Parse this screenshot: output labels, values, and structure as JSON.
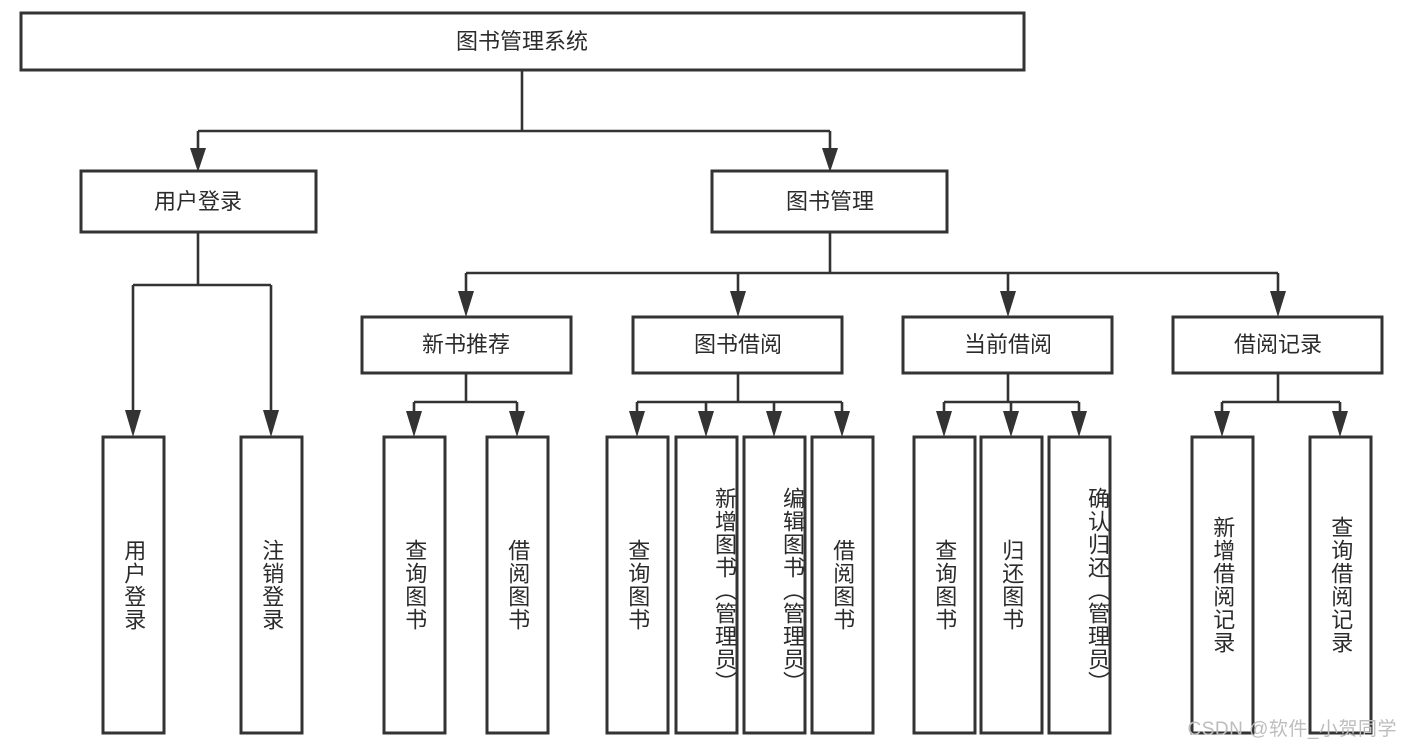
{
  "diagram": {
    "type": "tree-hierarchy",
    "title": "图书管理系统",
    "watermark": "CSDN @软件_小贺同学",
    "colors": {
      "box_stroke": "#333333",
      "box_fill": "#ffffff",
      "link_stroke": "#333333",
      "text": "#2b2b2b",
      "background": "#ffffff",
      "watermark": "#bdbdbd"
    },
    "levels": {
      "root": {
        "label": "图书管理系统"
      },
      "level1": [
        {
          "id": "user-login",
          "label": "用户登录"
        },
        {
          "id": "book-management",
          "label": "图书管理"
        }
      ],
      "level2": [
        {
          "id": "new-book-recommend",
          "label": "新书推荐",
          "parent": "book-management"
        },
        {
          "id": "book-borrow",
          "label": "图书借阅",
          "parent": "book-management"
        },
        {
          "id": "current-borrow",
          "label": "当前借阅",
          "parent": "book-management"
        },
        {
          "id": "borrow-record",
          "label": "借阅记录",
          "parent": "book-management"
        }
      ],
      "leaves": {
        "user-login": [
          {
            "id": "leaf-user-login",
            "label": "用户登录"
          },
          {
            "id": "leaf-logout-login",
            "label": "注销登录"
          }
        ],
        "new-book-recommend": [
          {
            "id": "leaf-query-book-1",
            "label": "查询图书"
          },
          {
            "id": "leaf-borrow-book-1",
            "label": "借阅图书"
          }
        ],
        "book-borrow": [
          {
            "id": "leaf-query-book-2",
            "label": "查询图书"
          },
          {
            "id": "leaf-add-book",
            "label": "新增图书（管理员）"
          },
          {
            "id": "leaf-edit-book",
            "label": "编辑图书（管理员）"
          },
          {
            "id": "leaf-borrow-book-2",
            "label": "借阅图书"
          }
        ],
        "current-borrow": [
          {
            "id": "leaf-query-book-3",
            "label": "查询图书"
          },
          {
            "id": "leaf-return-book",
            "label": "归还图书"
          },
          {
            "id": "leaf-confirm-return",
            "label": "确认归还（管理员）"
          }
        ],
        "borrow-record": [
          {
            "id": "leaf-add-record",
            "label": "新增借阅记录"
          },
          {
            "id": "leaf-query-record",
            "label": "查询借阅记录"
          }
        ]
      }
    }
  }
}
